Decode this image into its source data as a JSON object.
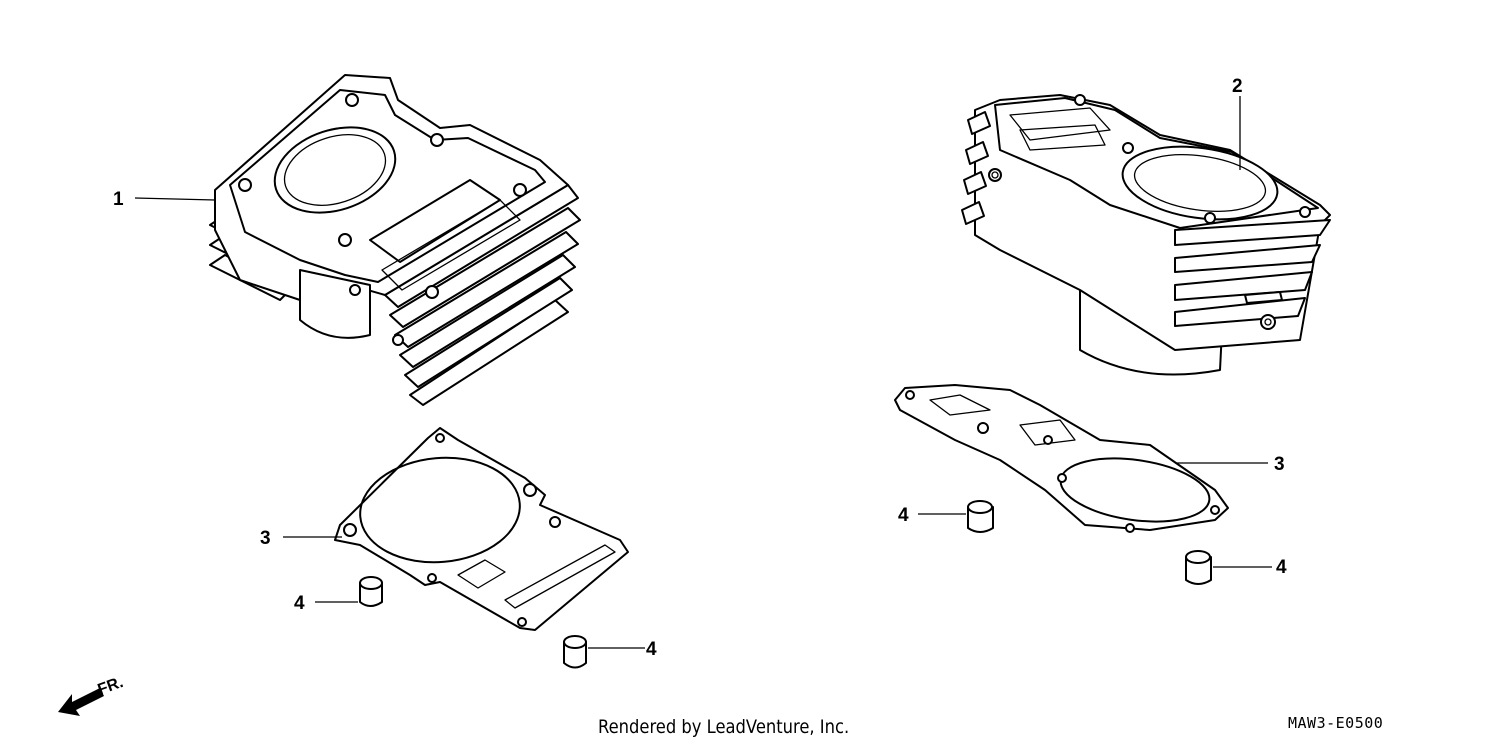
{
  "callouts": {
    "c1": "1",
    "c2": "2",
    "c3_left": "3",
    "c3_right": "3",
    "c4_left_upper": "4",
    "c4_left_lower": "4",
    "c4_right_left": "4",
    "c4_right_lower": "4"
  },
  "direction_marker": {
    "label": "FR.",
    "icon": "front-direction-arrow-icon"
  },
  "footer": {
    "credit": "Rendered by LeadVenture, Inc.",
    "diagram_code": "MAW3-E0500"
  }
}
